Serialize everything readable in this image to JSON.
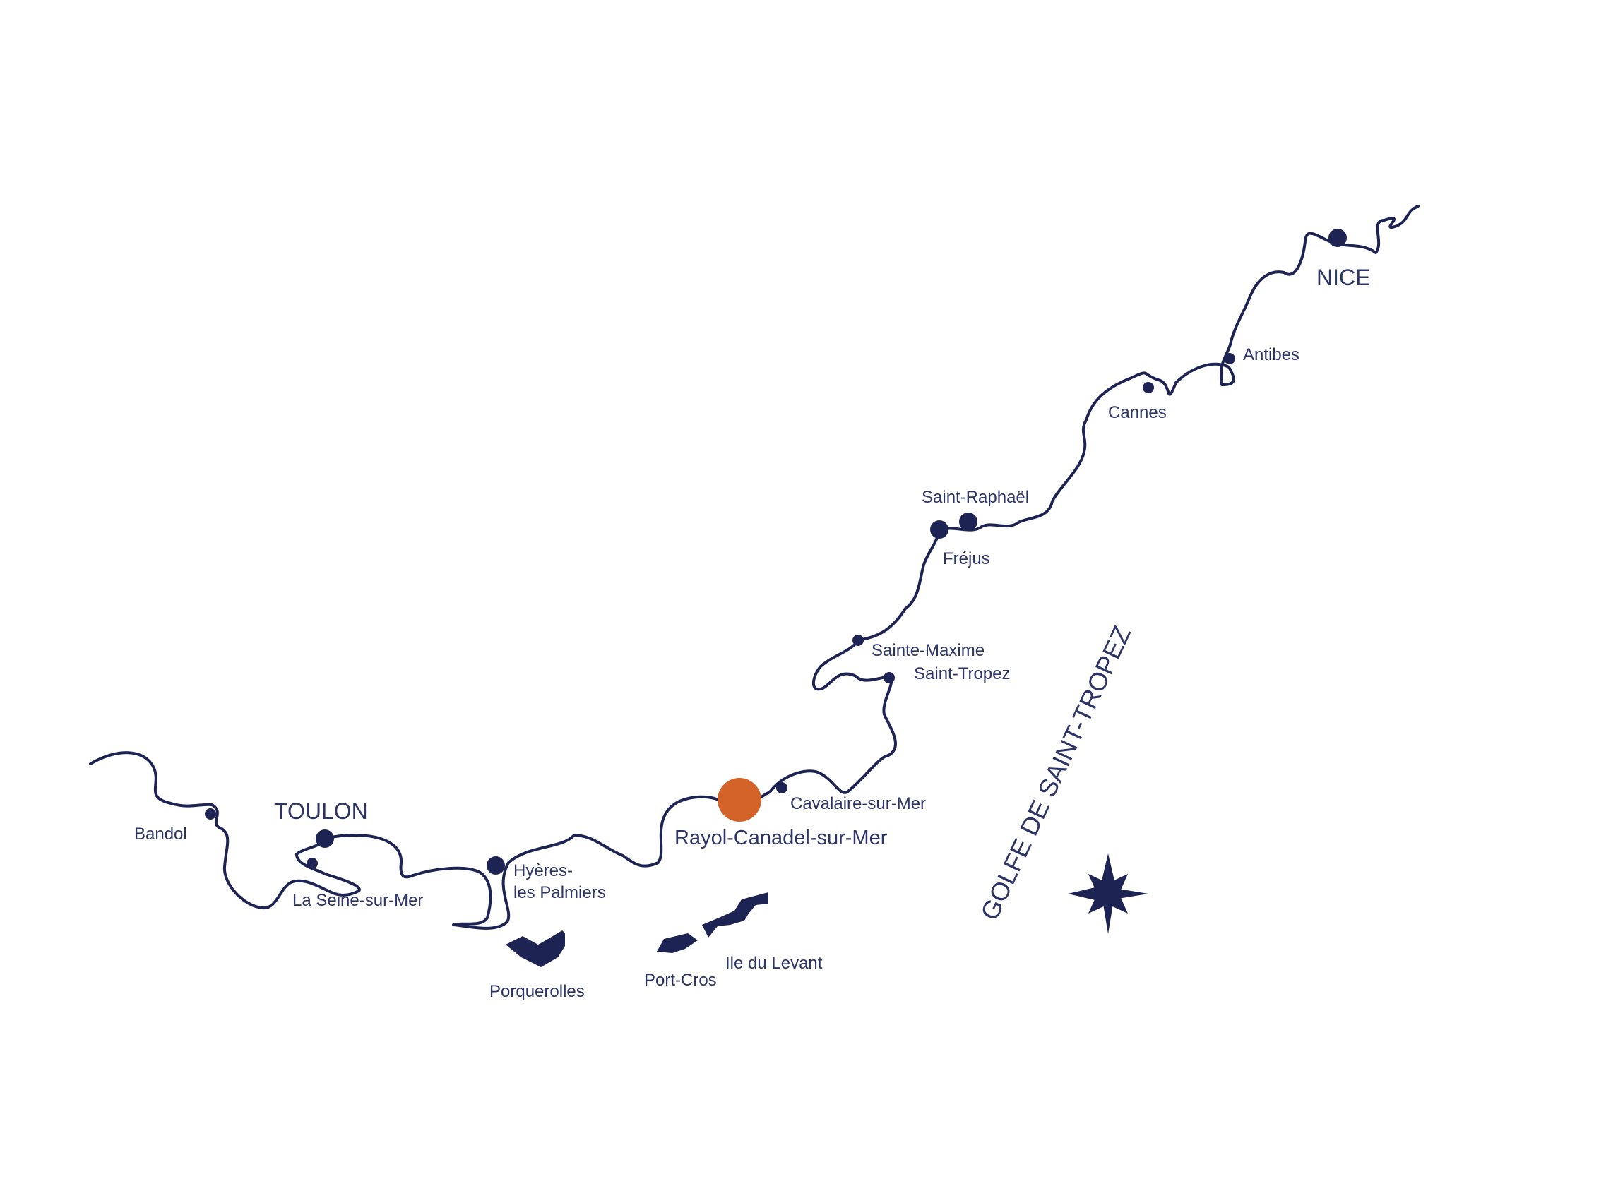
{
  "colors": {
    "ink": "#1d2453",
    "label": "#2d3466",
    "highlight": "#d4632a",
    "background": "#ffffff"
  },
  "icons": {
    "compass": "compass-rose-icon"
  },
  "map": {
    "gulf_label": "GOLFE DE SAINT-TROPEZ",
    "highlight": {
      "name": "Rayol-Canadel-sur-Mer"
    },
    "cities": {
      "nice": "NICE",
      "toulon": "TOULON"
    },
    "towns": {
      "antibes": "Antibes",
      "cannes": "Cannes",
      "saint_raphael": "Saint-Raphaël",
      "frejus": "Fréjus",
      "sainte_maxime": "Sainte-Maxime",
      "saint_tropez": "Saint-Tropez",
      "cavalaire": "Cavalaire-sur-Mer",
      "hyeres_line1": "Hyères-",
      "hyeres_line2": "les Palmiers",
      "la_seine": "La Seine-sur-Mer",
      "bandol": "Bandol"
    },
    "islands": {
      "porquerolles": "Porquerolles",
      "port_cros": "Port-Cros",
      "levant": "Ile du Levant"
    }
  }
}
